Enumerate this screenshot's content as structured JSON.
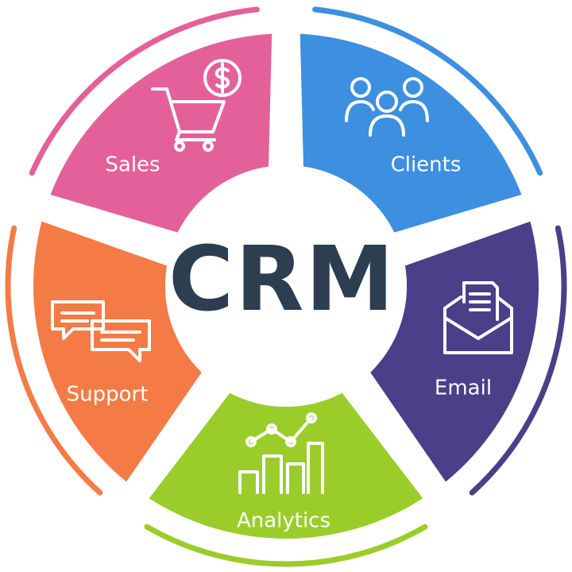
{
  "center": {
    "title": "CRM"
  },
  "segments": [
    {
      "key": "sales",
      "label": "Sales",
      "icon": "shopping-cart-dollar-icon",
      "color": "#e4609b"
    },
    {
      "key": "clients",
      "label": "Clients",
      "icon": "users-group-icon",
      "color": "#3d8fe0"
    },
    {
      "key": "email",
      "label": "Email",
      "icon": "envelope-letter-icon",
      "color": "#4c3e88"
    },
    {
      "key": "analytics",
      "label": "Analytics",
      "icon": "bar-chart-trend-icon",
      "color": "#9acd2a"
    },
    {
      "key": "support",
      "label": "Support",
      "icon": "chat-bubbles-icon",
      "color": "#f47b45"
    }
  ]
}
